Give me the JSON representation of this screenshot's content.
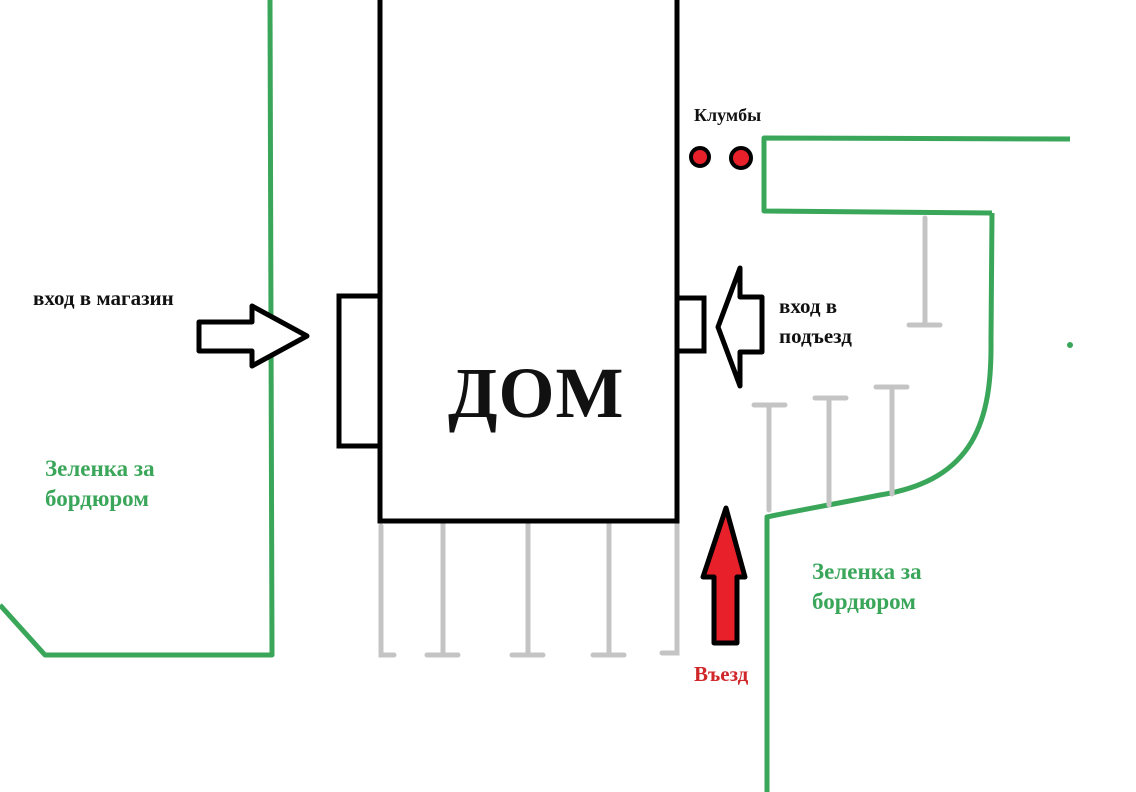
{
  "diagram": {
    "title": "ДОМ",
    "labels": {
      "shop_entrance": "вход в магазин",
      "porch_entrance_line1": "вход в",
      "porch_entrance_line2": "подъезд",
      "flowerbeds": "Клумбы",
      "greenery_left_line1": "Зеленка за",
      "greenery_left_line2": "бордюром",
      "greenery_right_line1": "Зеленка за",
      "greenery_right_line2": "бордюром",
      "driveway": "Въезд"
    },
    "elements": {
      "building": "house",
      "shop_door": "door",
      "porch_door": "door",
      "parking_spots_bottom": 5,
      "parking_spots_right_lower": 3,
      "parking_spots_right_upper": 1,
      "flowerbed_count": 2
    },
    "colors": {
      "curb": "#3aa65a",
      "building": "#000000",
      "parking_lines": "#c4c4c4",
      "driveway_arrow": "#e8202a",
      "flowerbed": "#e8202a",
      "label_dark": "#111111",
      "label_green": "#3aa65a",
      "label_red": "#d0282a"
    }
  }
}
